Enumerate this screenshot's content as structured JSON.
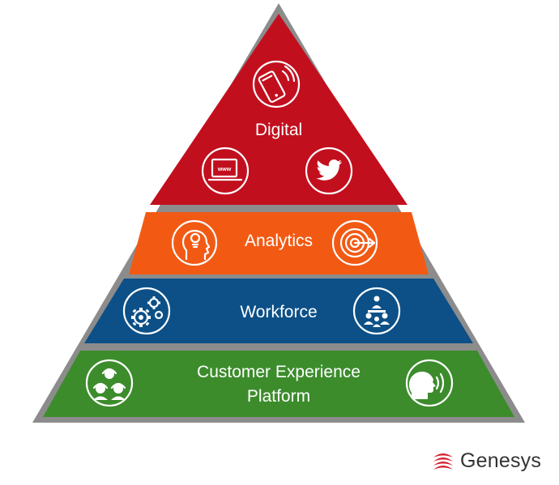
{
  "tiers": [
    {
      "id": "digital",
      "label_lines": [
        "Digital"
      ],
      "color": "#c20f1e",
      "icons": [
        "smartphone-icon",
        "web-browser-icon",
        "twitter-bird-icon"
      ]
    },
    {
      "id": "analytics",
      "label_lines": [
        "Analytics"
      ],
      "color": "#f25a14",
      "icons": [
        "lightbulb-head-icon",
        "target-icon"
      ]
    },
    {
      "id": "workforce",
      "label_lines": [
        "Workforce"
      ],
      "color": "#0c5087",
      "icons": [
        "gears-icon",
        "team-icon"
      ]
    },
    {
      "id": "platform",
      "label_lines": [
        "Customer Experience",
        "Platform"
      ],
      "color": "#3c8c2c",
      "icons": [
        "headset-agents-icon",
        "speaking-head-icon"
      ]
    }
  ],
  "frame_color": "#8c8c8c",
  "logo": {
    "text": "Genesys",
    "mark": "genesys-logo-icon",
    "color": "#d4202c"
  }
}
